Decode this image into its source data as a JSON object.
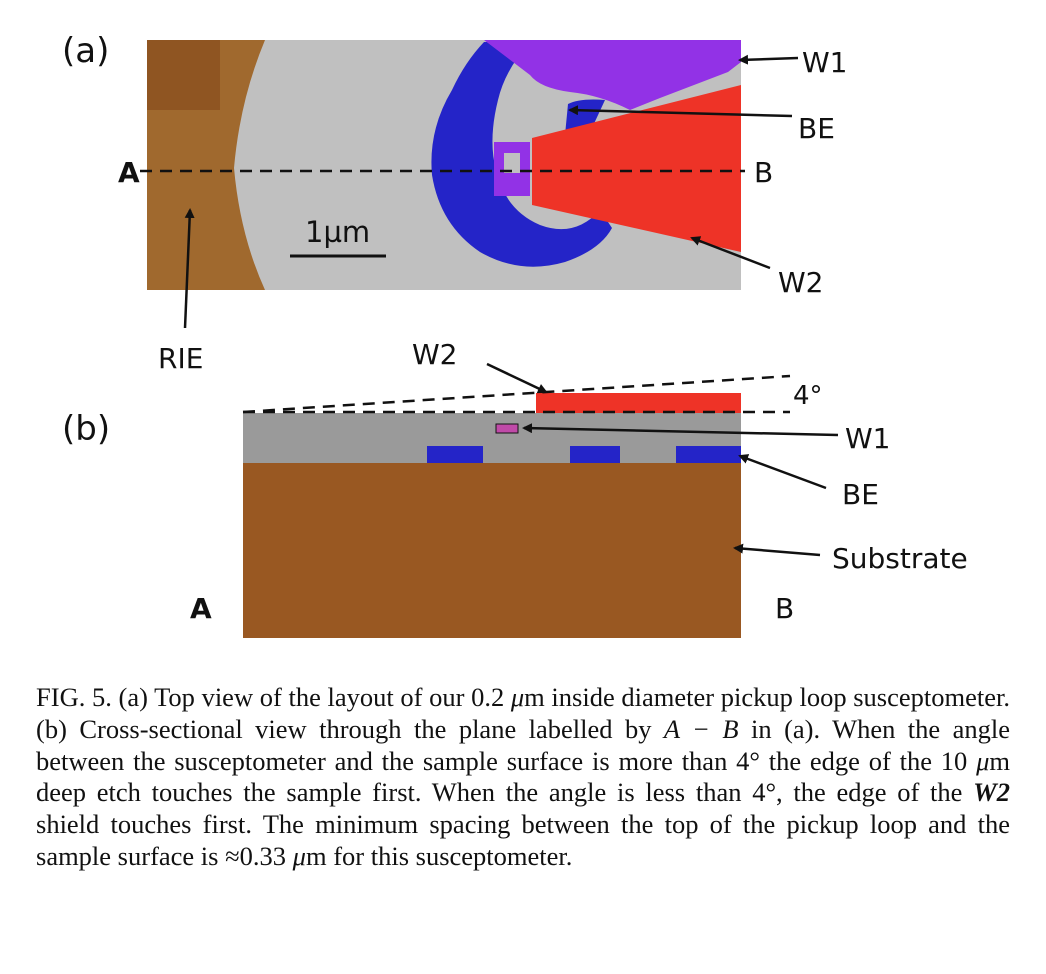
{
  "figure": {
    "panel_a_label": "(a)",
    "panel_b_label": "(b)",
    "top_view": {
      "label_A": "A",
      "label_B": "B",
      "scale_bar": "1µm",
      "callout_W1": "W1",
      "callout_BE": "BE",
      "callout_W2": "W2",
      "callout_RIE": "RIE"
    },
    "cross_section": {
      "label_A": "A",
      "label_B": "B",
      "callout_W2": "W2",
      "callout_W1": "W1",
      "callout_BE": "BE",
      "callout_substrate": "Substrate",
      "angle": "4°"
    },
    "colors": {
      "rie_etch": "#a0692e",
      "rie_etch_dark": "#8f5522",
      "field": "#c0c0c0",
      "be_layer": "#2424c8",
      "w1_layer": "#9232e6",
      "w2_layer": "#ee3327",
      "oxide": "#9a9a9a",
      "substrate": "#995822",
      "w1_small": "#c04aa8"
    }
  },
  "caption": {
    "fig_label": "FIG. 5.",
    "text_1": " (a) Top view of the layout of our 0.2 ",
    "mu_1": "μ",
    "text_2": "m inside diameter pickup loop susceptometer. (b) Cross-sectional view through the plane labelled by ",
    "plane": "A − B",
    "text_3": " in (a). When the angle between the susceptometer and the sample surface is more than 4° the edge of the 10 ",
    "mu_2": "μ",
    "text_4": "m deep etch touches the sample first. When the angle is less than 4°, the edge of the ",
    "shield": "W2",
    "text_5": " shield touches first. The minimum spacing between the top of the pickup loop and the sample surface is ≈0.33 ",
    "mu_3": "μ",
    "text_6": "m for this susceptometer."
  }
}
